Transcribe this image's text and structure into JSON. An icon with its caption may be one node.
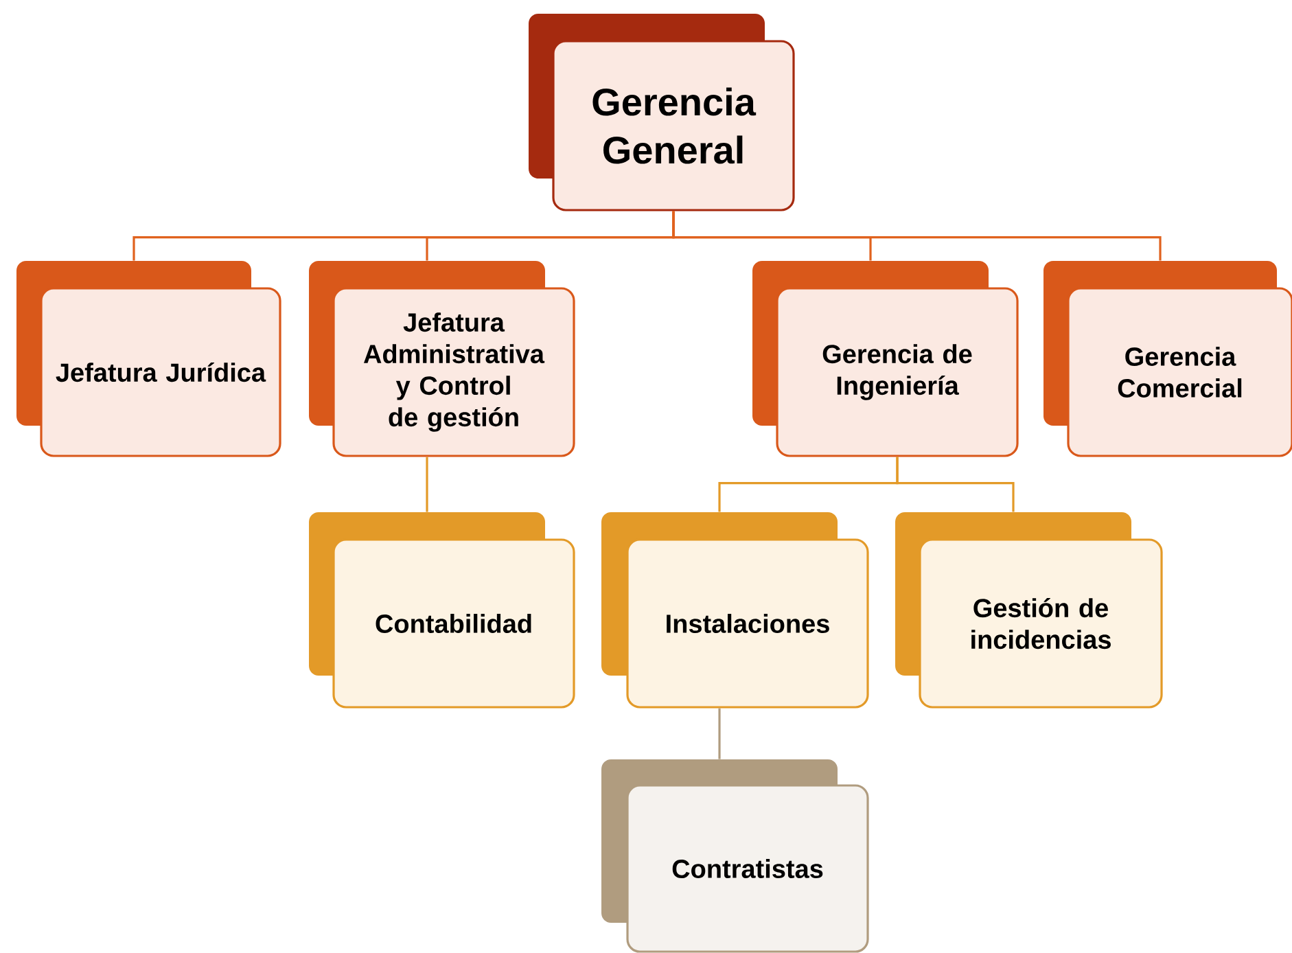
{
  "diagram": {
    "nodes": [
      {
        "text": [
          "Gerencia General"
        ]
      },
      {
        "text": [
          "Jefatura Jurídica"
        ]
      },
      {
        "text": [
          "Jefatura Administrativa y Control de gestión"
        ]
      },
      {
        "text": [
          "Gerencia de Ingeniería"
        ]
      },
      {
        "text": [
          "Gerencia Comercial"
        ]
      },
      {
        "text": [
          "Contabilidad"
        ]
      },
      {
        "text": [
          "Instalaciones"
        ]
      },
      {
        "text": [
          "Gestión de incidencias"
        ]
      },
      {
        "text": [
          "Contratistas"
        ]
      }
    ],
    "edges": [
      {
        "from": 0,
        "to": 1,
        "arrow": "none"
      },
      {
        "from": 0,
        "to": 2,
        "arrow": "none"
      },
      {
        "from": 0,
        "to": 3,
        "arrow": "none"
      },
      {
        "from": 0,
        "to": 4,
        "arrow": "none"
      },
      {
        "from": 2,
        "to": 5,
        "arrow": "none",
        "color": "#e39a28"
      },
      {
        "from": 3,
        "to": 6,
        "arrow": "none",
        "color": "#e39a28"
      },
      {
        "from": 3,
        "to": 7,
        "arrow": "none",
        "color": "#e39a28"
      },
      {
        "from": 6,
        "to": 8,
        "arrow": "none",
        "color": "#b09c7f"
      }
    ]
  }
}
